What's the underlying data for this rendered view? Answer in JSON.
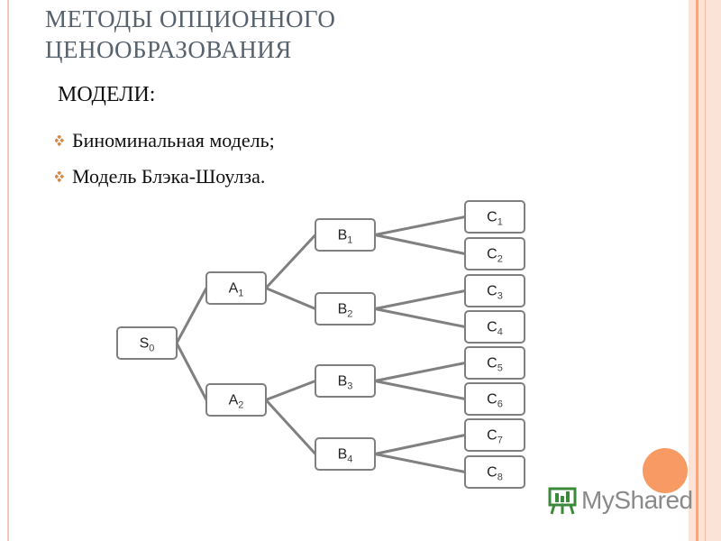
{
  "slide": {
    "title_line1": "МЕТОДЫ ОПЦИОННОГО",
    "title_line2": "ЦЕНООБРАЗОВАНИЯ",
    "subtitle": "МОДЕЛИ:",
    "bullets": [
      "Биноминальная модель;",
      "Модель Блэка-Шоулза."
    ]
  },
  "tree": {
    "nodes": [
      {
        "id": "S0",
        "base": "S",
        "sub": "0"
      },
      {
        "id": "A1",
        "base": "A",
        "sub": "1"
      },
      {
        "id": "A2",
        "base": "A",
        "sub": "2"
      },
      {
        "id": "B1",
        "base": "B",
        "sub": "1"
      },
      {
        "id": "B2",
        "base": "B",
        "sub": "2"
      },
      {
        "id": "B3",
        "base": "B",
        "sub": "3"
      },
      {
        "id": "B4",
        "base": "B",
        "sub": "4"
      },
      {
        "id": "C1",
        "base": "C",
        "sub": "1"
      },
      {
        "id": "C2",
        "base": "C",
        "sub": "2"
      },
      {
        "id": "C3",
        "base": "C",
        "sub": "3"
      },
      {
        "id": "C4",
        "base": "C",
        "sub": "4"
      },
      {
        "id": "C5",
        "base": "C",
        "sub": "5"
      },
      {
        "id": "C6",
        "base": "C",
        "sub": "6"
      },
      {
        "id": "C7",
        "base": "C",
        "sub": "7"
      },
      {
        "id": "C8",
        "base": "C",
        "sub": "8"
      }
    ],
    "edges": [
      [
        "S0",
        "A1"
      ],
      [
        "S0",
        "A2"
      ],
      [
        "A1",
        "B1"
      ],
      [
        "A1",
        "B2"
      ],
      [
        "A2",
        "B3"
      ],
      [
        "A2",
        "B4"
      ],
      [
        "B1",
        "C1"
      ],
      [
        "B1",
        "C2"
      ],
      [
        "B2",
        "C3"
      ],
      [
        "B2",
        "C4"
      ],
      [
        "B3",
        "C5"
      ],
      [
        "B3",
        "C6"
      ],
      [
        "B4",
        "C7"
      ],
      [
        "B4",
        "C8"
      ]
    ]
  },
  "logo": {
    "text": "MyShared",
    "icon": "presentation-board-icon"
  },
  "colors": {
    "title": "#57626d",
    "accent": "#f79a63",
    "node_border": "#7f7f7f"
  }
}
